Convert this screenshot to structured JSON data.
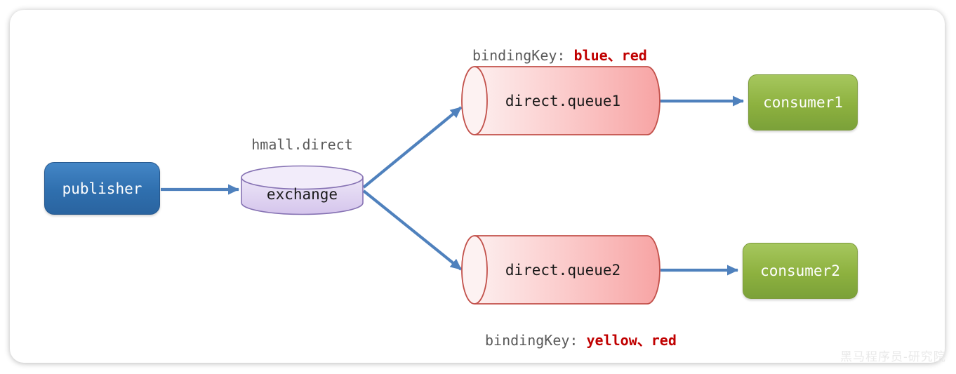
{
  "diagram": {
    "publisher": {
      "label": "publisher"
    },
    "exchange": {
      "name": "hmall.direct",
      "label": "exchange"
    },
    "queue1": {
      "label": "direct.queue1",
      "binding_prefix": "bindingKey: ",
      "binding_keys": "blue、red"
    },
    "queue2": {
      "label": "direct.queue2",
      "binding_prefix": "bindingKey: ",
      "binding_keys": "yellow、red"
    },
    "consumer1": {
      "label": "consumer1"
    },
    "consumer2": {
      "label": "consumer2"
    },
    "watermark": "黑马程序员-研究院"
  },
  "colors": {
    "arrow": "#4f81bd",
    "publisher_fill": "#2e74b5",
    "exchange_fill": "#e2d6f3",
    "exchange_border": "#8672b3",
    "queue_fill": "#f9b9b9",
    "queue_border": "#c2504a",
    "consumer_fill": "#8db13f",
    "binding_key_text": "#c00000",
    "secondary_text": "#595959"
  }
}
